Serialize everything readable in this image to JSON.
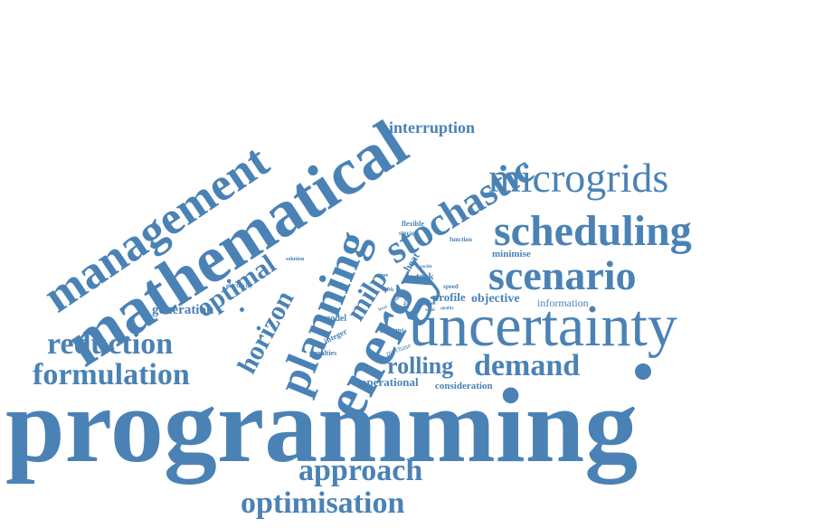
{
  "colors": {
    "word": "#4a82b5",
    "background": "#ffffff"
  },
  "words": {
    "programming": "programming",
    "uncertainty": "uncertainty",
    "mathematical": "mathematical",
    "management": "management",
    "energy": "energy",
    "planning": "planning",
    "stochastic": "stochastic",
    "microgrids": "microgrids",
    "scheduling": "scheduling",
    "scenario": "scenario",
    "demand": "demand",
    "rolling": "rolling",
    "reduction": "reduction",
    "formulation": "formulation",
    "approach": "approach",
    "optimisation": "optimisation",
    "optimal": "optimal",
    "horizon": "horizon",
    "milp": "milp",
    "interruption": "interruption",
    "generation": "generation",
    "operational": "operational",
    "consideration": "consideration",
    "objective": "objective",
    "information": "information",
    "profile": "profile",
    "minimise": "minimise",
    "flexible": "flexible",
    "storage": "storage",
    "function": "function",
    "heat": "heat",
    "task": "task",
    "speed": "speed",
    "model": "model",
    "integer": "integer",
    "account": "account",
    "purchase": "purchase",
    "penalties": "penalties",
    "electricity": "electricity",
    "solution": "solution",
    "linear": "linear",
    "work": "work",
    "time": "time",
    "wind": "wind",
    "quality": "quality",
    "tackle": "tackle",
    "input": "input",
    "cost": "cost",
    "level": "level",
    "results": "results"
  }
}
